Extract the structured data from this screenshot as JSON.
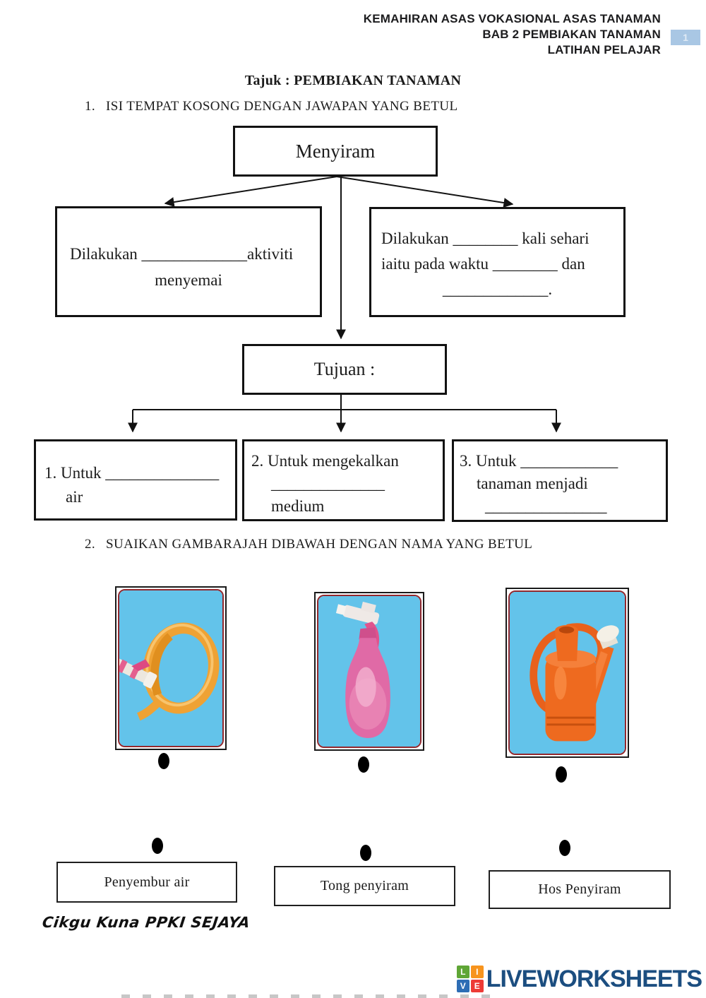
{
  "header": {
    "lines": [
      "KEMAHIRAN ASAS VOKASIONAL ASAS TANAMAN",
      "BAB 2 PEMBIAKAN TANAMAN",
      "LATIHAN PELAJAR"
    ],
    "page_badge": "1",
    "badge_bg": "#a9c7e4",
    "badge_fg": "#dfeaf5"
  },
  "title": "Tajuk : PEMBIAKAN TANAMAN",
  "question1": {
    "number": "1.",
    "text": "ISI TEMPAT KOSONG DENGAN JAWAPAN YANG BETUL"
  },
  "flowchart": {
    "root_label": "Menyiram",
    "left_box": {
      "line1": "Dilakukan _____________aktiviti",
      "line2": "menyemai"
    },
    "right_box": {
      "line1": "Dilakukan ________ kali sehari",
      "line2": "iaitu pada waktu ________ dan",
      "line3": "_____________."
    },
    "tujuan_label": "Tujuan :",
    "leaf1": {
      "line1": "1.  Untuk ______________",
      "line2": "air"
    },
    "leaf2": {
      "line1": "2.  Untuk mengekalkan",
      "line2": "______________",
      "line3": "medium"
    },
    "leaf3": {
      "line1": "3. Untuk ____________",
      "line2": "tanaman menjadi",
      "line3": "_______________"
    }
  },
  "question2": {
    "number": "2.",
    "text": "SUAIKAN GAMBARAJAH DIBAWAH DENGAN NAMA YANG BETUL"
  },
  "matching": {
    "images": [
      {
        "name": "garden-hose-with-sprayer",
        "bg": "#63c3ea"
      },
      {
        "name": "pink-spray-bottle",
        "bg": "#63c3ea"
      },
      {
        "name": "orange-watering-can",
        "bg": "#63c3ea"
      }
    ],
    "labels": [
      "Penyembur air",
      "Tong penyiram",
      "Hos Penyiram"
    ]
  },
  "signature": "Cikgu Kuna PPKI SEJAYA",
  "brand": {
    "text": "LIVEWORKSHEETS",
    "text_color": "#1c4e80",
    "grid": [
      {
        "letter": "L",
        "color": "#5fa636"
      },
      {
        "letter": "I",
        "color": "#f7941d"
      },
      {
        "letter": "V",
        "color": "#2d6db5"
      },
      {
        "letter": "E",
        "color": "#ed3b36"
      }
    ]
  }
}
